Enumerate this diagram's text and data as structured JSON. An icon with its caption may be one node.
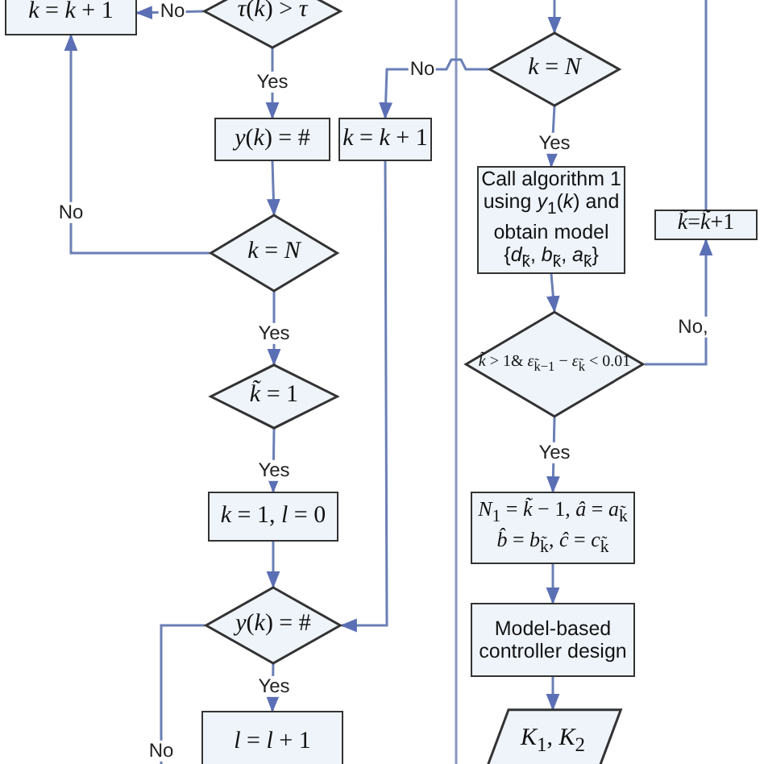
{
  "diagram": {
    "nodes": [
      {
        "text": [
          "*k* = *k* + 1"
        ]
      },
      {
        "text": [
          "*τ*(*k*) > *τ*"
        ]
      },
      {
        "text": [
          "*y*(*k*) = #"
        ]
      },
      {
        "text": [
          "*k* = *k* + 1"
        ]
      },
      {
        "text": [
          "*k* = *N*"
        ]
      },
      {
        "text": [
          "*k̃* = 1"
        ]
      },
      {
        "text": [
          "*k* = 1, *l* = 0"
        ]
      },
      {
        "text": [
          "*y*(*k*) = #"
        ]
      },
      {
        "text": [
          "*l* = *l* + 1"
        ]
      },
      {
        "text": [
          "*k* = *N*"
        ]
      },
      {
        "text": [
          "Call algorithm 1 using *y*$_{1}$(*k*) and obtain model {*d*$_{k̃}$, *b*$_{k̃}$, *a*$_{k̃}$}"
        ]
      },
      {
        "text": [
          "*k̃*=*k̃*+1"
        ]
      },
      {
        "text": [
          "*k̃* > 1& *ε*$_{k̃−1}$ − *ε*$_{k̃}$ < 0.01"
        ]
      },
      {
        "text": [
          "*N*$_{1}$ = *k̃* − 1, *â* = *a*$_{k̃}$",
          "*b̂* = *b*$_{k̃}$, *ĉ* = *c*$_{k̃}$"
        ]
      },
      {
        "text": [
          "Model-based controller design"
        ]
      },
      {
        "text": [
          "*K*$_{1}$, *K*$_{2}$"
        ]
      }
    ],
    "edges": [
      {
        "from": 1,
        "to": 0,
        "arrow": "to",
        "label": "No"
      },
      {
        "from": 1,
        "to": 2,
        "arrow": "to",
        "label": "Yes"
      },
      {
        "from": 2,
        "to": 4,
        "arrow": "to"
      },
      {
        "from": 4,
        "to": 0,
        "arrow": "to",
        "label": "No"
      },
      {
        "from": 4,
        "to": 5,
        "arrow": "to",
        "label": "Yes"
      },
      {
        "from": 5,
        "to": 6,
        "arrow": "to",
        "label": "Yes"
      },
      {
        "from": 6,
        "to": 7,
        "arrow": "to"
      },
      {
        "from": 7,
        "to": 8,
        "arrow": "to",
        "label": "Yes"
      },
      {
        "from": 7,
        "to": null,
        "arrow": "none",
        "label": "No"
      },
      {
        "from": 9,
        "to": 3,
        "arrow": "to",
        "label": "No"
      },
      {
        "from": 3,
        "to": 7,
        "arrow": "to"
      },
      {
        "from": null,
        "to": 9,
        "arrow": "to"
      },
      {
        "from": 9,
        "to": 10,
        "arrow": "to",
        "label": "Yes"
      },
      {
        "from": 10,
        "to": 12,
        "arrow": "to"
      },
      {
        "from": 12,
        "to": 11,
        "arrow": "to",
        "label": "No,"
      },
      {
        "from": 11,
        "to": null,
        "arrow": "none"
      },
      {
        "from": 12,
        "to": 13,
        "arrow": "to",
        "label": "Yes"
      },
      {
        "from": 13,
        "to": 14,
        "arrow": "to"
      },
      {
        "from": 14,
        "to": 15,
        "arrow": "to"
      }
    ]
  }
}
